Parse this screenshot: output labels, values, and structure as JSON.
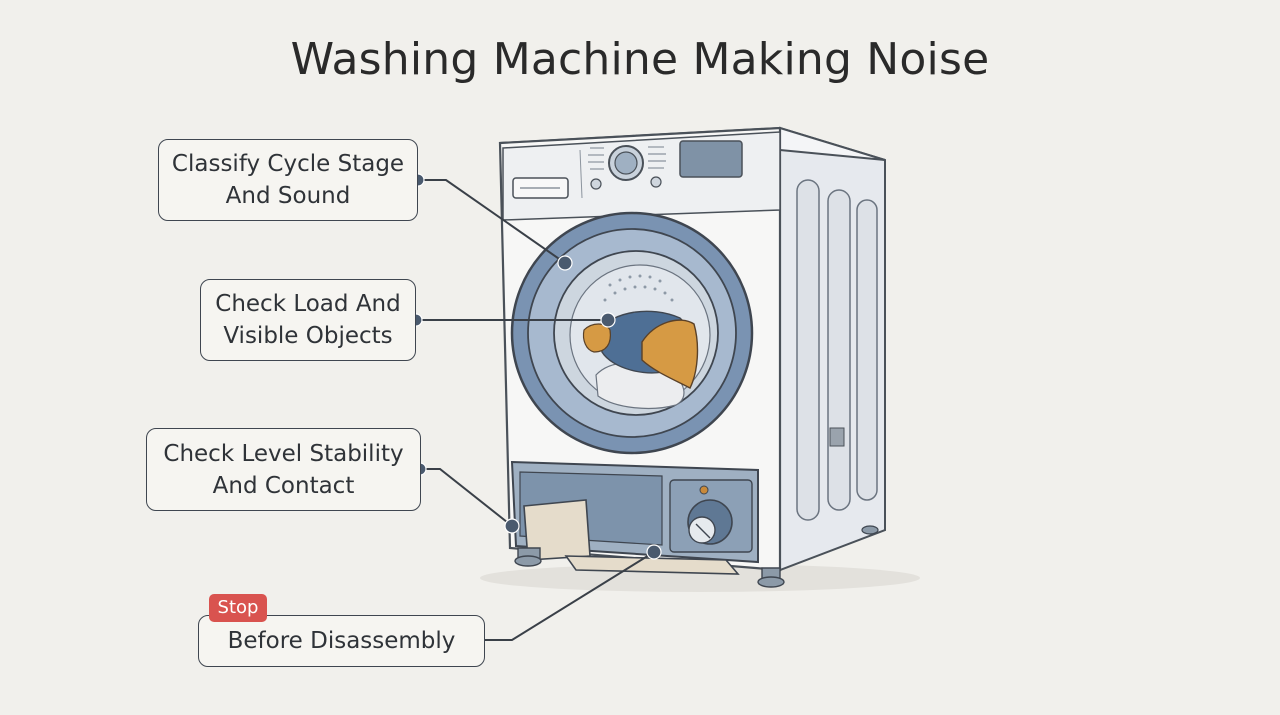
{
  "title": "Washing Machine Making Noise",
  "callouts": [
    {
      "line1": "Classify Cycle Stage",
      "line2": "And Sound"
    },
    {
      "line1": "Check Load And",
      "line2": "Visible Objects"
    },
    {
      "line1": "Check Level Stability",
      "line2": "And Contact"
    },
    {
      "line1": "Before Disassembly"
    }
  ],
  "badge": {
    "label": "Stop",
    "color": "#d9534f"
  },
  "icons": [
    "washing-machine-illustration",
    "leader-line-dot"
  ]
}
